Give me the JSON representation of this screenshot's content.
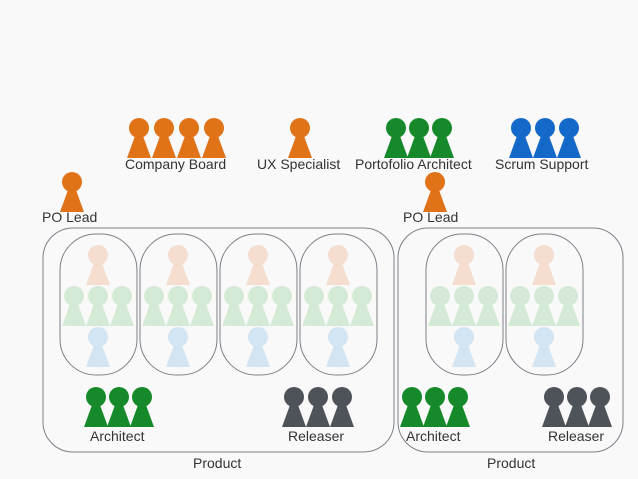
{
  "colors": {
    "orange": "#e07318",
    "green": "#168a2a",
    "blue": "#1468c8",
    "gray": "#4d5359",
    "outline": "#7b8088",
    "faded_orange": "#f5ddd0",
    "faded_green": "#d5ead6",
    "faded_blue": "#d3e4f3"
  },
  "icons": {
    "person": "person-icon"
  },
  "roles": {
    "company_board": "Company Board",
    "ux_specialist": "UX Specialist",
    "portfolio_architect": "Portofolio Architect",
    "scrum_support": "Scrum Support"
  },
  "products": [
    {
      "po_lead": "PO Lead",
      "architect": "Architect",
      "releaser": "Releaser",
      "label": "Product"
    },
    {
      "po_lead": "PO Lead",
      "architect": "Architect",
      "releaser": "Releaser",
      "label": "Product"
    }
  ]
}
